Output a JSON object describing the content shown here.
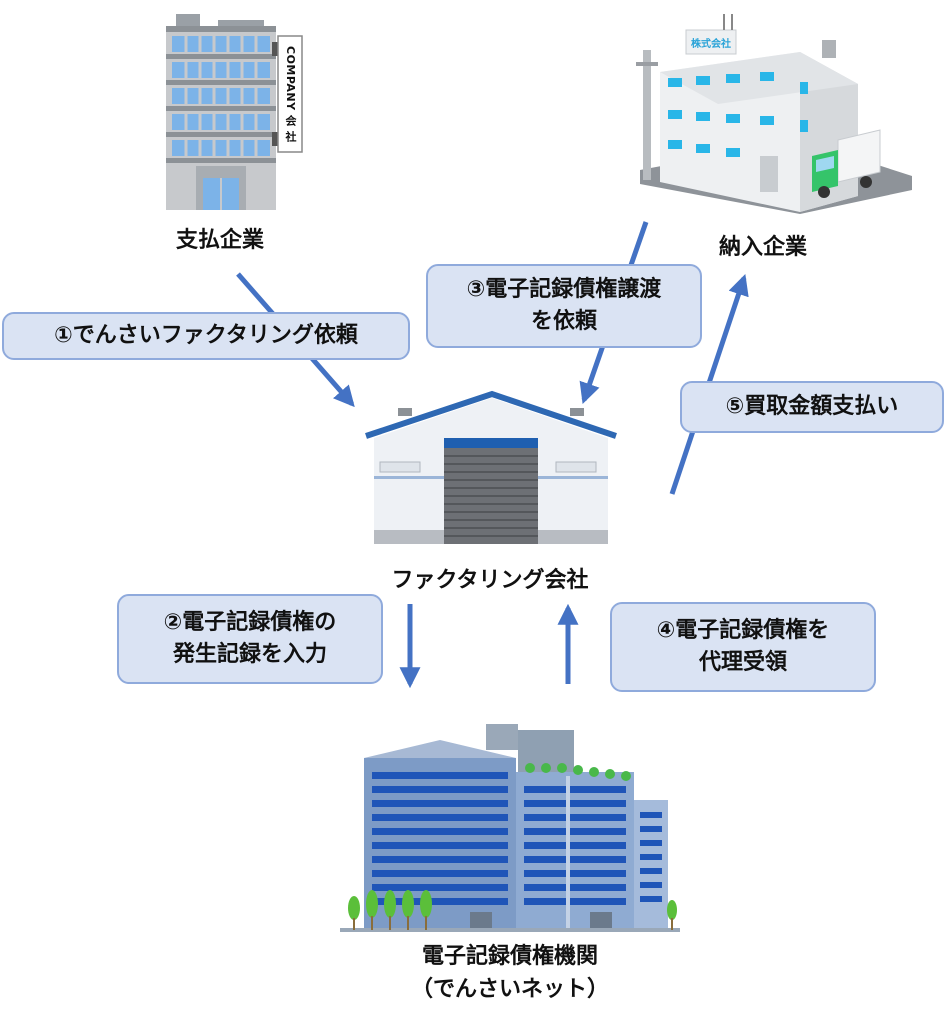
{
  "nodes": {
    "payer": "支払企業",
    "supplier": "納入企業",
    "factoring": "ファクタリング会社",
    "registry_line1": "電子記録債権機関",
    "registry_line2": "（でんさいネット）"
  },
  "steps": {
    "step1": "①でんさいファクタリング依頼",
    "step2_line1": "②電子記録債権の",
    "step2_line2": "発生記録を入力",
    "step3_line1": "③電子記録債権譲渡",
    "step3_line2": "を依頼",
    "step4_line1": "④電子記録債権を",
    "step4_line2": "代理受領",
    "step5": "⑤買取金額支払い"
  },
  "building_signs": {
    "payer_sign": "COMPANY 会 社",
    "supplier_sign": "株式会社"
  },
  "colors": {
    "arrow": "#4472c4",
    "box_fill": "#dae3f3",
    "box_border": "#8faadc"
  }
}
